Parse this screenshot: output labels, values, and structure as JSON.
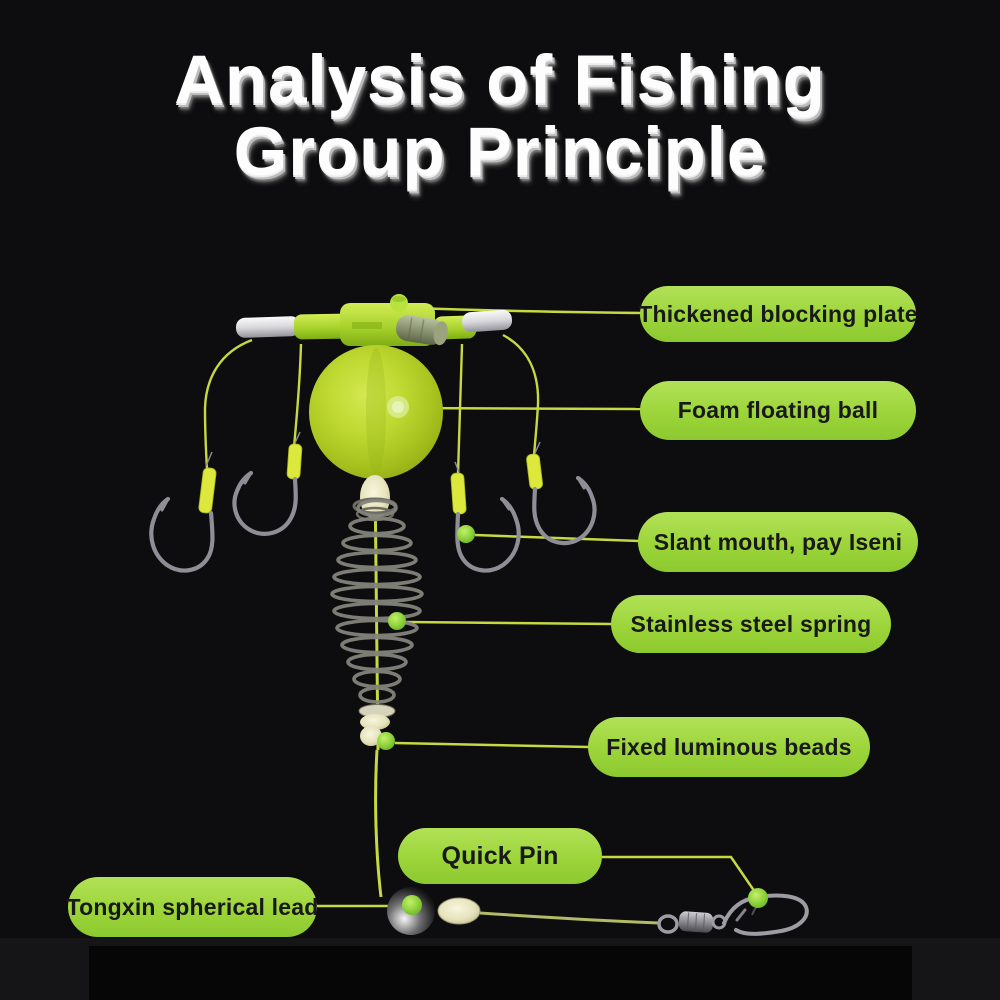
{
  "title": {
    "line1": "Analysis of Fishing",
    "line2": "Group Principle"
  },
  "labels": {
    "thickened_blocking_plate": "Thickened blocking plate",
    "foam_floating_ball": "Foam floating ball",
    "slant_mouth_hook": "Slant mouth, pay Iseni",
    "stainless_steel_spring": "Stainless steel spring",
    "fixed_luminous_beads": "Fixed luminous beads",
    "quick_pin": "Quick Pin",
    "tongxin_spherical_lead": "Tongxin spherical lead"
  },
  "colors": {
    "background": "#0d0d0f",
    "label_pill_green": "#9cd53a",
    "label_text": "#191919",
    "leader_line": "#c6d842",
    "title_text": "#fdfdfd",
    "title_shadow": "#808080",
    "foam_ball_green": "#c0da33",
    "marker_dot_green": "#8ed33b",
    "hook_metal": "#8e8e96",
    "spring_metal": "#83837b",
    "lead_sphere": "#1c1c1e",
    "luminous_bead_cream": "#e6e3bd"
  },
  "diagram_parts": [
    "blocking-plate",
    "foam-floating-ball",
    "fishing-hooks-with-luminous-sleeves",
    "bait-spring-feeder",
    "fixed-luminous-beads",
    "main-fishing-line",
    "lead-sphere-weight",
    "luminous-float-bead",
    "barrel-swivel-with-snap-pin"
  ]
}
